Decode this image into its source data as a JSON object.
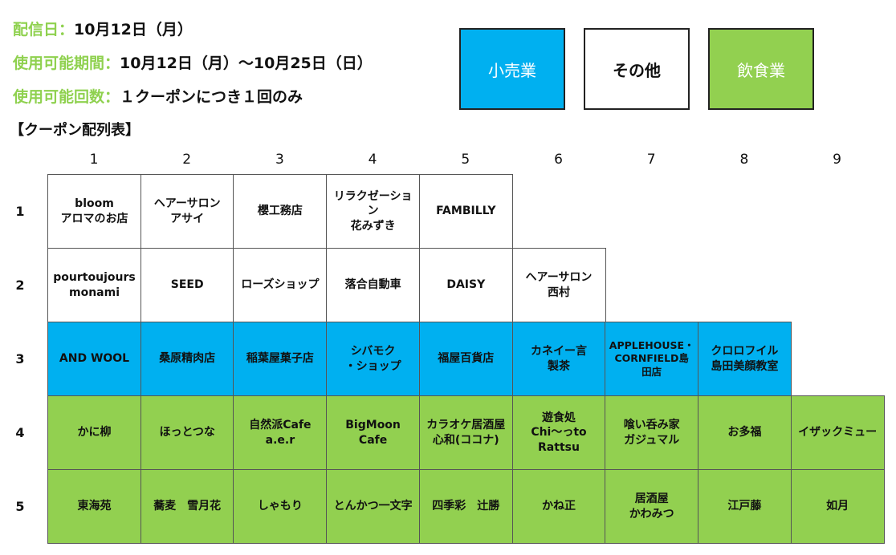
{
  "header": {
    "delivery_label": "配信日：",
    "delivery_value": "10月12日（月）",
    "period_label": "使用可能期間：",
    "period_value": "10月12日（月）～10月25日（日）",
    "count_label": "使用可能回数：",
    "count_value": "１クーポンにつき１回のみ",
    "table_title": "【クーポン配列表】"
  },
  "legend": {
    "retail": "小売業",
    "other": "その他",
    "food": "飲食業"
  },
  "colors": {
    "retail": "#00b0f0",
    "food": "#92d050",
    "other": "#ffffff",
    "label_green": "#8fd14f"
  },
  "columns": [
    "1",
    "2",
    "3",
    "4",
    "5",
    "6",
    "7",
    "8",
    "9"
  ],
  "rows": [
    {
      "label": "1",
      "cells": [
        {
          "text": "bloom\nアロマのお店",
          "category": "other"
        },
        {
          "text": "ヘアーサロン\nアサイ",
          "category": "other"
        },
        {
          "text": "櫻工務店",
          "category": "other"
        },
        {
          "text": "リラクゼーション\n花みずき",
          "category": "other"
        },
        {
          "text": "FAMBILLY",
          "category": "other"
        }
      ]
    },
    {
      "label": "2",
      "cells": [
        {
          "text": "pourtoujours\nmonami",
          "category": "other"
        },
        {
          "text": "SEED",
          "category": "other"
        },
        {
          "text": "ローズショップ",
          "category": "other"
        },
        {
          "text": "落合自動車",
          "category": "other"
        },
        {
          "text": "DAISY",
          "category": "other"
        },
        {
          "text": "ヘアーサロン\n西村",
          "category": "other"
        }
      ]
    },
    {
      "label": "3",
      "cells": [
        {
          "text": "AND WOOL",
          "category": "retail"
        },
        {
          "text": "桑原精肉店",
          "category": "retail"
        },
        {
          "text": "稲葉屋菓子店",
          "category": "retail"
        },
        {
          "text": "シバモク\n・ショップ",
          "category": "retail"
        },
        {
          "text": "福屋百貨店",
          "category": "retail"
        },
        {
          "text": "カネイー言\n製茶",
          "category": "retail"
        },
        {
          "text": "APPLEHOUSE・\nCORNFIELD島\n田店",
          "category": "retail"
        },
        {
          "text": "クロロフイル\n島田美顔教室",
          "category": "retail"
        }
      ]
    },
    {
      "label": "4",
      "cells": [
        {
          "text": "かに柳",
          "category": "food"
        },
        {
          "text": "ほっとつな",
          "category": "food"
        },
        {
          "text": "自然派Cafe\na.e.r",
          "category": "food"
        },
        {
          "text": "BigMoon\nCafe",
          "category": "food"
        },
        {
          "text": "カラオケ居酒屋\n心和(ココナ)",
          "category": "food"
        },
        {
          "text": "遊食処\nChi～っto\nRattsu",
          "category": "food"
        },
        {
          "text": "喰い呑み家\nガジュマル",
          "category": "food"
        },
        {
          "text": "お多福",
          "category": "food"
        },
        {
          "text": "イザックミュー",
          "category": "food"
        }
      ]
    },
    {
      "label": "5",
      "cells": [
        {
          "text": "東海苑",
          "category": "food"
        },
        {
          "text": "蕎麦　雪月花",
          "category": "food"
        },
        {
          "text": "しゃもり",
          "category": "food"
        },
        {
          "text": "とんかつ一文字",
          "category": "food"
        },
        {
          "text": "四季彩　辻勝",
          "category": "food"
        },
        {
          "text": "かね正",
          "category": "food"
        },
        {
          "text": "居酒屋\nかわみつ",
          "category": "food"
        },
        {
          "text": "江戸藤",
          "category": "food"
        },
        {
          "text": "如月",
          "category": "food"
        }
      ]
    }
  ]
}
